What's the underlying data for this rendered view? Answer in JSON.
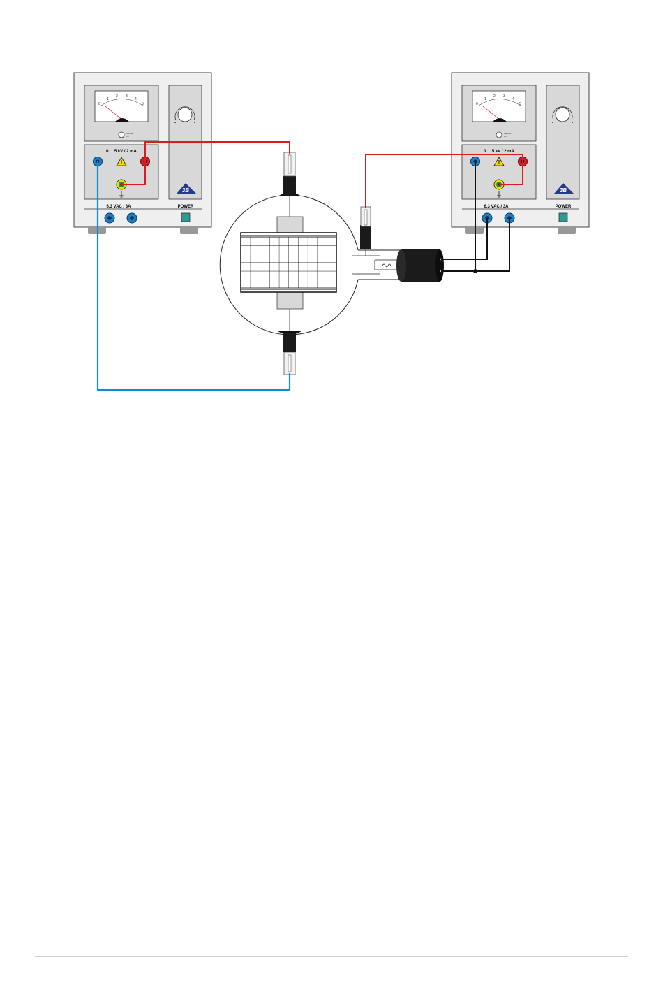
{
  "supplies": [
    {
      "output_label": "0 ... 5 kV / 2 mA",
      "heater_label": "6.3 VAC / 3A",
      "power_label": "POWER",
      "meter_ticks": [
        "0",
        "1",
        "2",
        "3",
        "4",
        "5"
      ],
      "meter_mini_label": "METER\nKV"
    },
    {
      "output_label": "0 ... 5 kV / 2 mA",
      "heater_label": "6.3 VAC / 3A",
      "power_label": "POWER",
      "meter_ticks": [
        "0",
        "1",
        "2",
        "3",
        "4",
        "5"
      ],
      "meter_mini_label": "METER\nKV"
    }
  ],
  "logo_text": "3B",
  "colors": {
    "red_wire": "#e0191f",
    "blue_wire": "#0a8fd6",
    "black_wire": "#111111",
    "panel_gray": "#d8d8d8",
    "case_light": "#efefef",
    "socket_blue": "#1a7fc4",
    "socket_red": "#d81e25",
    "socket_yellow": "#f0e000",
    "power_button": "#2e9a94"
  },
  "icons": [
    "warning-triangle-icon",
    "ground-symbol-icon",
    "3b-logo-icon"
  ]
}
